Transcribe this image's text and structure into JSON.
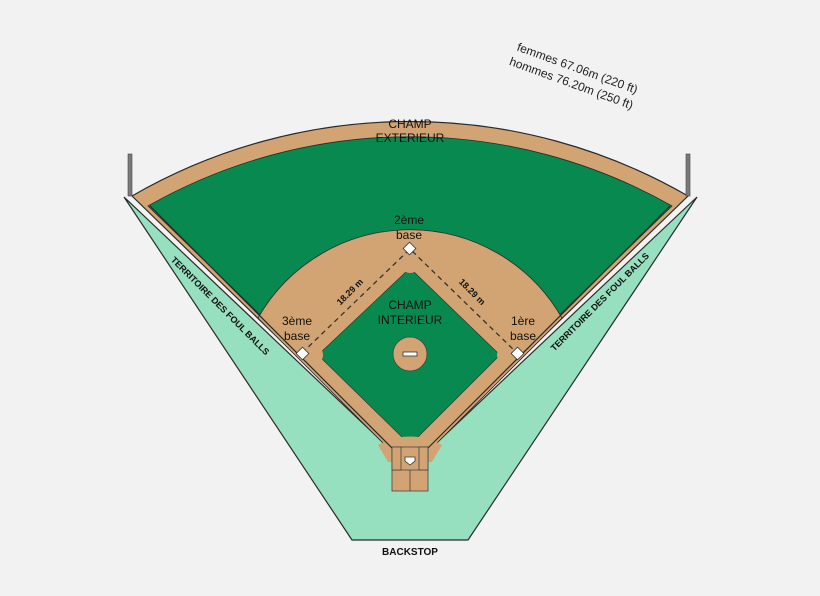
{
  "labels": {
    "outfield_line1": "CHAMP",
    "outfield_line2": "EXTERIEUR",
    "infield_line1": "CHAMP",
    "infield_line2": "INTERIEUR",
    "second_base_line1": "2ème",
    "second_base_line2": "base",
    "third_base_line1": "3ème",
    "third_base_line2": "base",
    "first_base_line1": "1ère",
    "first_base_line2": "base",
    "dist_left": "18.29 m",
    "dist_right": "18.29 m",
    "foul_left": "TERRITOIRE DES FOUL BALLS",
    "foul_right": "TERRITOIRE DES FOUL BALLS",
    "backstop": "BACKSTOP",
    "fence_women": "femmes 67.06m (220 ft)",
    "fence_men": "hommes 76.20m (250 ft)"
  },
  "colors": {
    "grass": "#07894f",
    "dirt": "#d2a473",
    "foul_territory": "#96e0bf",
    "outline": "#2a2a2a",
    "background": "#f2f2f2"
  }
}
